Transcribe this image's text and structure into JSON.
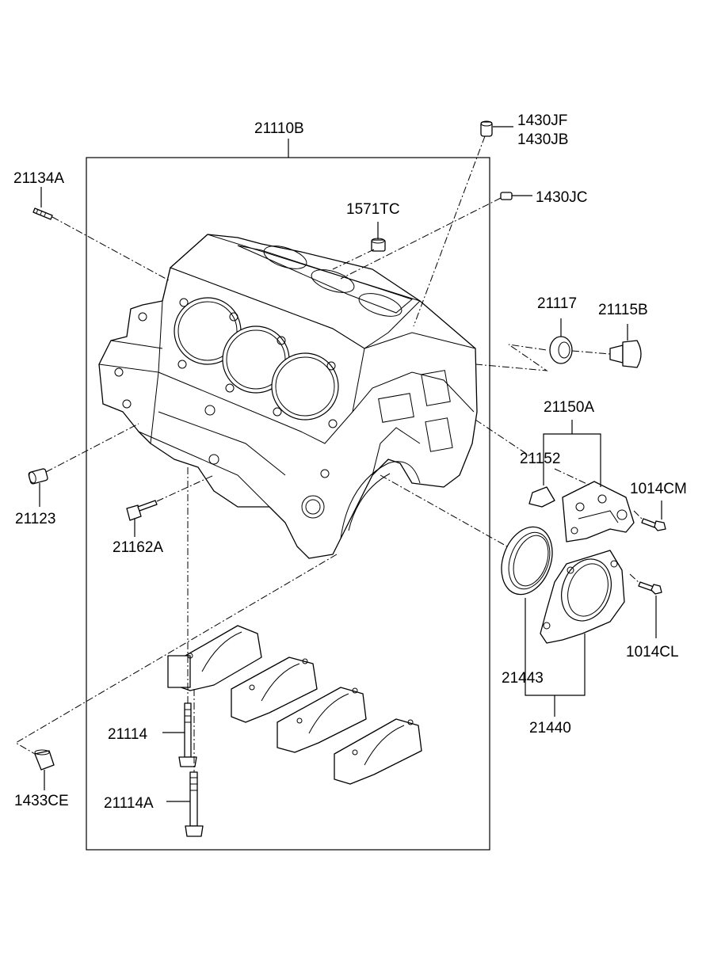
{
  "labels": {
    "l21110B": "21110B",
    "l1430JF": "1430JF",
    "l1430JB": "1430JB",
    "l21134A": "21134A",
    "l1571TC": "1571TC",
    "l1430JC": "1430JC",
    "l21117": "21117",
    "l21115B": "21115B",
    "l21150A": "21150A",
    "l21152": "21152",
    "l1014CM": "1014CM",
    "l21123": "21123",
    "l21162A": "21162A",
    "l21443": "21443",
    "l1014CL": "1014CL",
    "l21440": "21440",
    "l21114": "21114",
    "l21114A": "21114A",
    "l1433CE": "1433CE"
  }
}
